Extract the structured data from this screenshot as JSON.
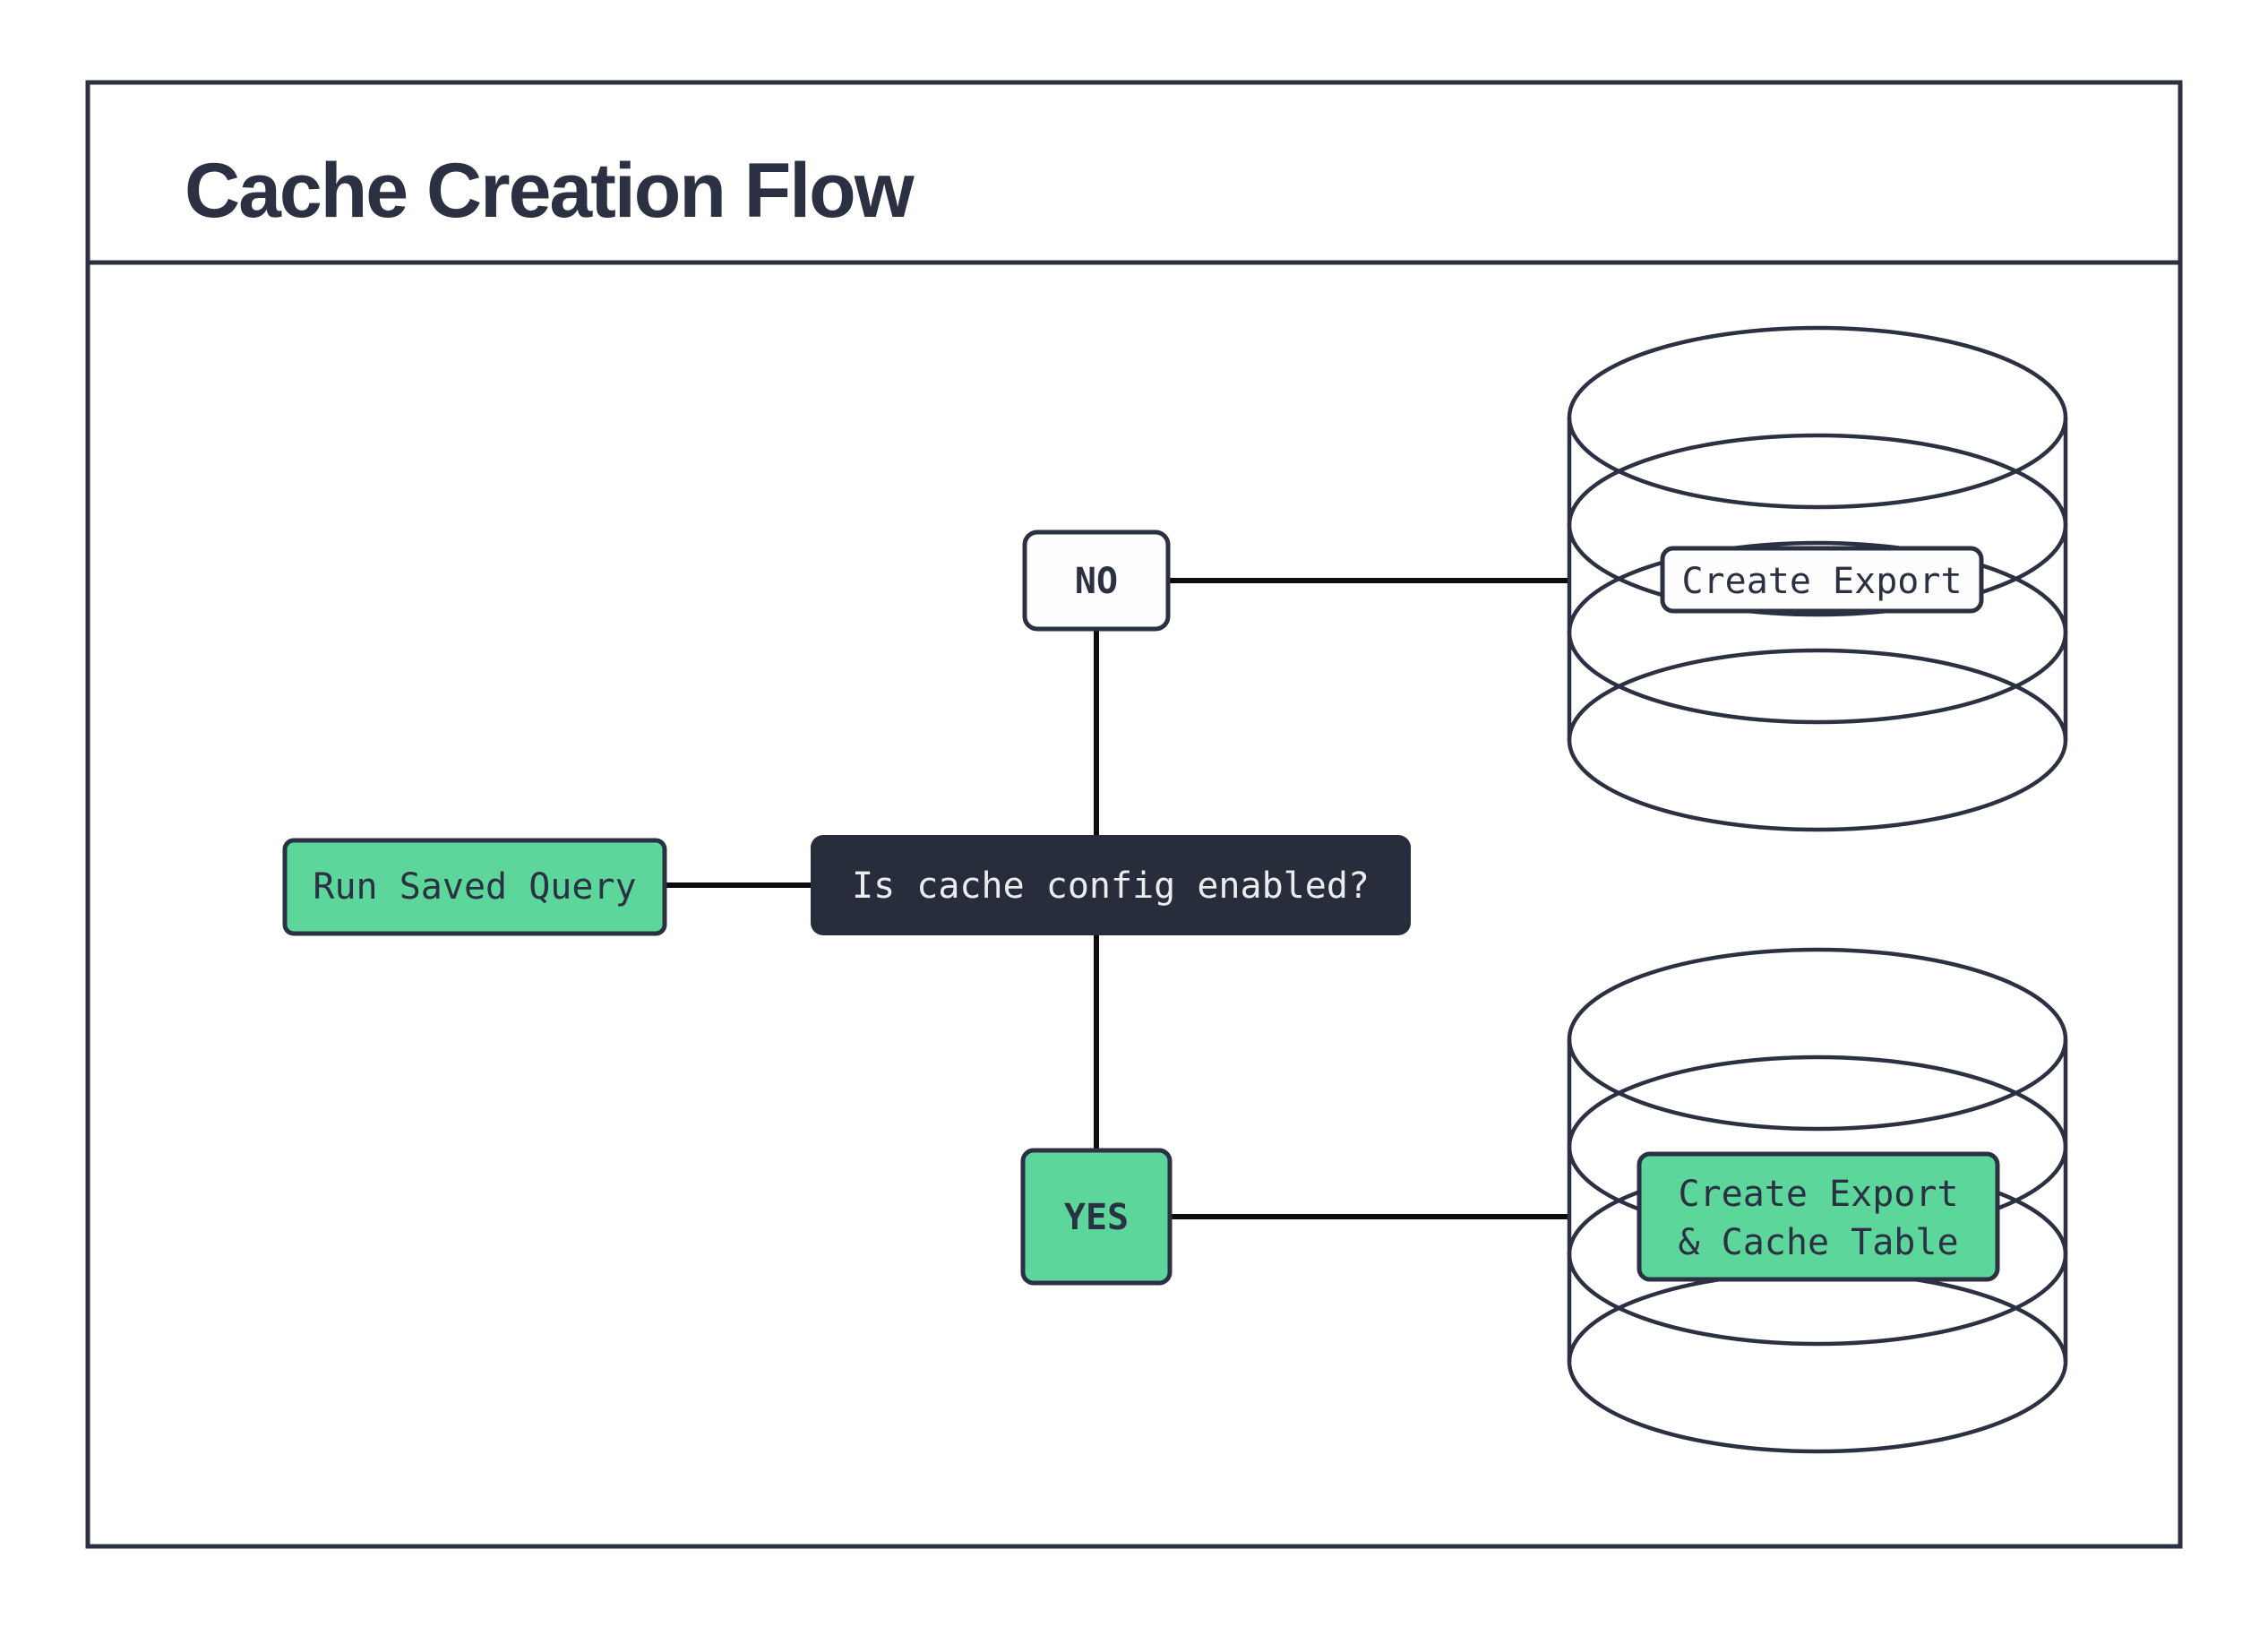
{
  "header": {
    "title": "Cache Creation Flow"
  },
  "nodes": {
    "start": {
      "label": "Run Saved Query"
    },
    "decision": {
      "label": "Is cache config enabled?"
    },
    "no": {
      "label": "NO"
    },
    "yes": {
      "label": "YES"
    },
    "no_db": {
      "label": "Create Export"
    },
    "yes_db": {
      "label_line1": "Create Export",
      "label_line2": "& Cache Table"
    }
  },
  "colors": {
    "ink_navy": "#2b3142",
    "node_dark_bg": "#272d3b",
    "accent_green": "#5cd69b",
    "node_white_bg": "#fdfdfe",
    "connector_black": "#0d0d0f",
    "light_text": "#ebecee",
    "page_bg": "#ffffff"
  }
}
